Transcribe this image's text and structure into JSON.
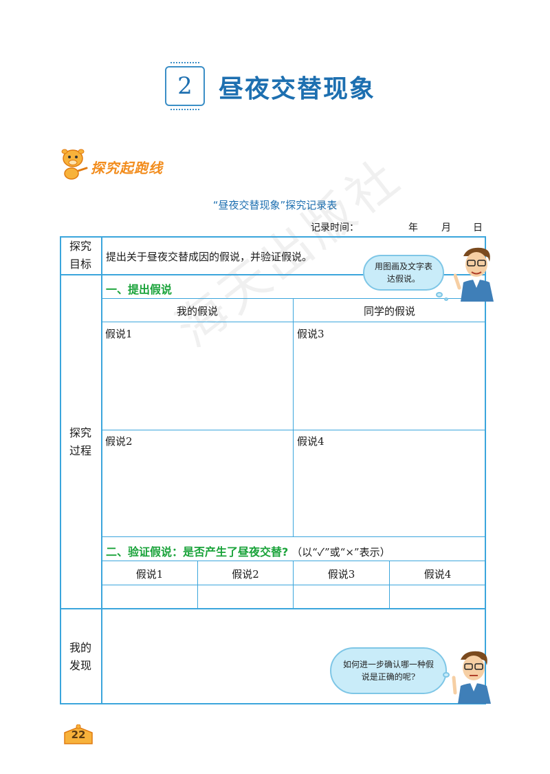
{
  "chapter": {
    "number": "2",
    "title": "昼夜交替现象"
  },
  "section_banner": {
    "label": "探究起跑线"
  },
  "sheet": {
    "title": "“昼夜交替现象”探究记录表",
    "record_time_label": "记录时间：",
    "year": "年",
    "month": "月",
    "day": "日"
  },
  "rows": {
    "goal_label_1": "探究",
    "goal_label_2": "目标",
    "goal_text": "提出关于昼夜交替成因的假说，并验证假说。",
    "process_label_1": "探究",
    "process_label_2": "过程",
    "discovery_label_1": "我的",
    "discovery_label_2": "发现"
  },
  "step1": {
    "heading": "一、提出假说",
    "col_mine": "我的假说",
    "col_classmates": "同学的假说",
    "h1": "假说1",
    "h2": "假说2",
    "h3": "假说3",
    "h4": "假说4"
  },
  "step2": {
    "heading": "二、验证假说：是否产生了昼夜交替?",
    "note": "（以“✓”或“×”表示）",
    "cols": [
      "假说1",
      "假说2",
      "假说3",
      "假说4"
    ]
  },
  "bubbles": {
    "top": "用图画及文字表达假说。",
    "bottom": "如何进一步确认哪一种假说是正确的呢?"
  },
  "watermark": "海天出版社",
  "page_number": "22",
  "colors": {
    "title_blue": "#1d6fb0",
    "table_border": "#3aa5dc",
    "green": "#1aa33a",
    "orange": "#f28c1c"
  }
}
